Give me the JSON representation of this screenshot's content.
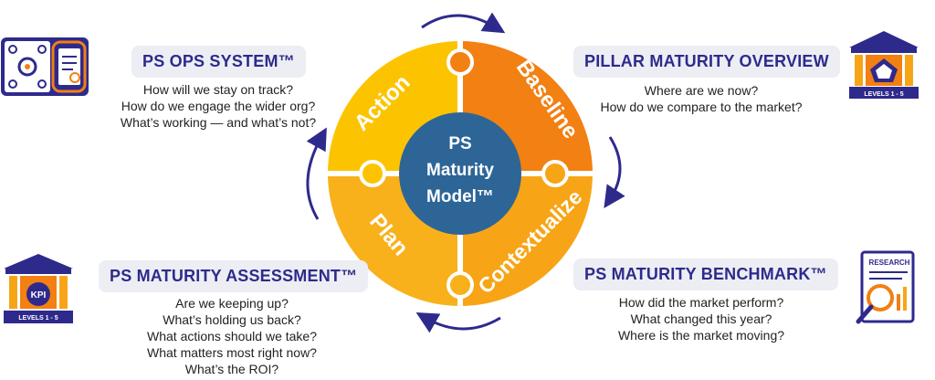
{
  "center": {
    "line1": "PS",
    "line2": "Maturity",
    "line3": "Model™"
  },
  "segments": {
    "action": "Action",
    "baseline": "Baseline",
    "contextualize": "Contextualize",
    "plan": "Plan"
  },
  "colors": {
    "action": "#fcc400",
    "baseline": "#f28012",
    "contextualize": "#f7a516",
    "plan": "#f8b11b",
    "center": "#2d6597",
    "navy": "#2e2a8c",
    "arrow": "#2e2a8c"
  },
  "ops": {
    "title": "PS OPS SYSTEM™",
    "questions": [
      "How will we stay on track?",
      "How do we engage the wider org?",
      "What’s working — and what’s not?"
    ]
  },
  "pillar": {
    "title": "PILLAR MATURITY OVERVIEW",
    "questions": [
      "Where are we now?",
      "How do we compare to the market?"
    ],
    "icon_caption": "LEVELS 1 - 5"
  },
  "assessment": {
    "title": "PS MATURITY ASSESSMENT™",
    "questions": [
      "Are we keeping up?",
      "What’s holding us back?",
      "What actions should we take?",
      "What matters most right now?",
      "What’s the ROI?"
    ],
    "icon_caption": "LEVELS 1 - 5",
    "icon_badge": "KPI"
  },
  "benchmark": {
    "title": "PS MATURITY BENCHMARK™",
    "questions": [
      "How did the market perform?",
      "What changed this year?",
      "Where is the market moving?"
    ],
    "icon_caption": "RESEARCH"
  }
}
